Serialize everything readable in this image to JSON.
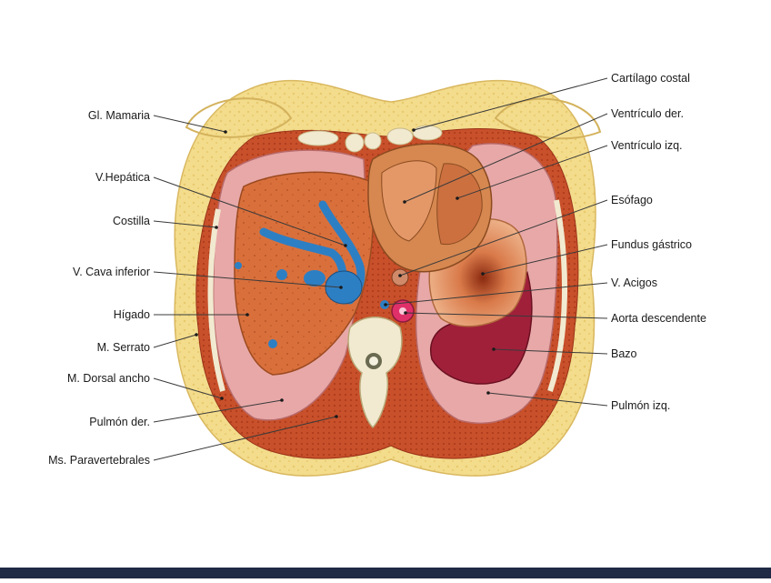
{
  "labels_left": [
    "Gl. Mamaria",
    "V.Hepática",
    "Costilla",
    "V. Cava inferior",
    "Hígado",
    "M. Serrato",
    "M. Dorsal ancho",
    "Pulmón der.",
    "Ms. Paravertebrales"
  ],
  "labels_right": [
    "Cartílago costal",
    "Ventrículo der.",
    "Ventrículo izq.",
    "Esófago",
    "Fundus gástrico",
    "V. Acigos",
    "Aorta descendente",
    "Bazo",
    "Pulmón izq."
  ],
  "colors": {
    "fat": "#f3dc8c",
    "muscle": "#c8502a",
    "liver": "#d9703c",
    "lung": "#e8a8a8",
    "heart": "#d68850",
    "vein": "#2d7fc4",
    "aorta": "#e0306a",
    "spleen": "#a0203a",
    "bone": "#f1ead0",
    "bar": "#1f2a44"
  }
}
